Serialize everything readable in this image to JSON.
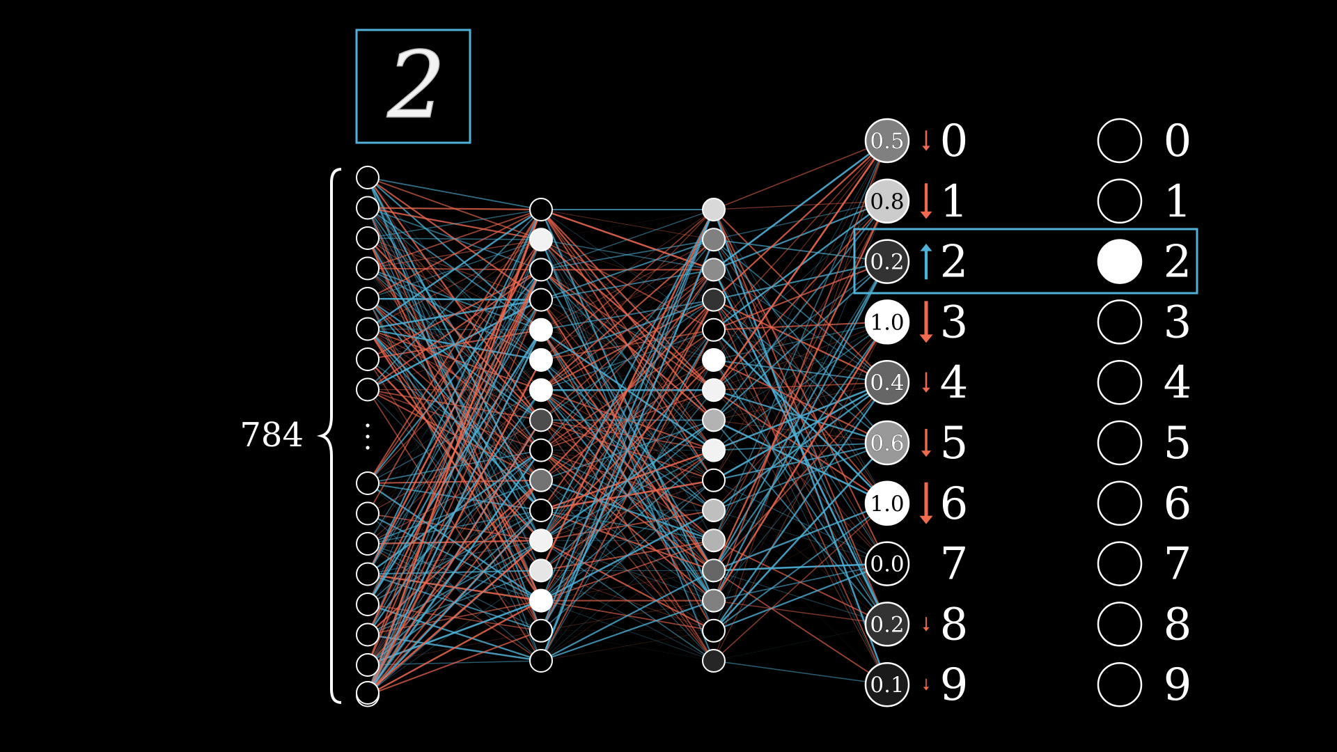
{
  "diagram": {
    "input_layer_count_label": "784",
    "input_image_digit": "2",
    "accent_color": "#4fb3d9",
    "negative_color": "#f06a50",
    "positive_color": "#4fb3d9",
    "layers": {
      "input_shown_neurons": 17,
      "hidden1_activations": [
        0.0,
        0.95,
        0.0,
        0.0,
        1.0,
        1.0,
        1.0,
        0.3,
        0.0,
        0.45,
        0.0,
        0.95,
        0.9,
        1.0,
        0.0,
        0.0
      ],
      "hidden2_activations": [
        0.85,
        0.5,
        0.55,
        0.2,
        0.0,
        1.0,
        0.95,
        0.7,
        0.95,
        0.0,
        0.75,
        0.7,
        0.4,
        0.5,
        0.0,
        0.15
      ]
    },
    "outputs": [
      {
        "digit": "0",
        "value": "0.5",
        "activation": 0.5,
        "nudge": "down",
        "nudge_size": 0.3
      },
      {
        "digit": "1",
        "value": "0.8",
        "activation": 0.8,
        "nudge": "down",
        "nudge_size": 0.8
      },
      {
        "digit": "2",
        "value": "0.2",
        "activation": 0.2,
        "nudge": "up",
        "nudge_size": 0.8
      },
      {
        "digit": "3",
        "value": "1.0",
        "activation": 1.0,
        "nudge": "down",
        "nudge_size": 1.0
      },
      {
        "digit": "4",
        "value": "0.4",
        "activation": 0.4,
        "nudge": "down",
        "nudge_size": 0.3
      },
      {
        "digit": "5",
        "value": "0.6",
        "activation": 0.6,
        "nudge": "down",
        "nudge_size": 0.55
      },
      {
        "digit": "6",
        "value": "1.0",
        "activation": 1.0,
        "nudge": "down",
        "nudge_size": 1.0
      },
      {
        "digit": "7",
        "value": "0.0",
        "activation": 0.0,
        "nudge": "none",
        "nudge_size": 0.0
      },
      {
        "digit": "8",
        "value": "0.2",
        "activation": 0.2,
        "nudge": "down",
        "nudge_size": 0.1
      },
      {
        "digit": "9",
        "value": "0.1",
        "activation": 0.1,
        "nudge": "down",
        "nudge_size": 0.02
      }
    ],
    "targets": [
      {
        "digit": "0",
        "activation": 0
      },
      {
        "digit": "1",
        "activation": 0
      },
      {
        "digit": "2",
        "activation": 1
      },
      {
        "digit": "3",
        "activation": 0
      },
      {
        "digit": "4",
        "activation": 0
      },
      {
        "digit": "5",
        "activation": 0
      },
      {
        "digit": "6",
        "activation": 0
      },
      {
        "digit": "7",
        "activation": 0
      },
      {
        "digit": "8",
        "activation": 0
      },
      {
        "digit": "9",
        "activation": 0
      }
    ],
    "highlighted_target": "2"
  }
}
